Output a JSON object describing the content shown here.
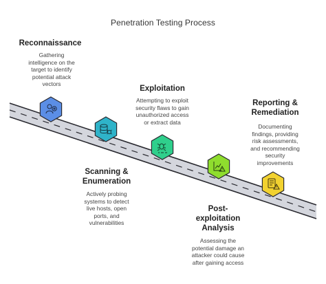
{
  "title": "Penetration Testing Process",
  "colors": {
    "road_fill": "#d4d6dd",
    "road_edge": "#2a2a30",
    "lane_dash": "#2a2a30"
  },
  "steps": [
    {
      "heading_lines": [
        "Reconnaissance"
      ],
      "description_lines": [
        "Gathering",
        "intelligence on the",
        "target to identify",
        "potential attack",
        "vectors"
      ],
      "icon": "person-target-icon",
      "color": "#5b8ee6"
    },
    {
      "heading_lines": [
        "Scanning &",
        "Enumeration"
      ],
      "description_lines": [
        "Actively probing",
        "systems to detect",
        "live hosts, open",
        "ports, and",
        "vulnerabilities"
      ],
      "icon": "database-bug-icon",
      "color": "#2fb3c9"
    },
    {
      "heading_lines": [
        "Exploitation"
      ],
      "description_lines": [
        "Attempting to exploit",
        "security flaws to gain",
        "unauthorized access",
        "or extract data"
      ],
      "icon": "bug-code-icon",
      "color": "#2fcf8c"
    },
    {
      "heading_lines": [
        "Post-",
        "exploitation",
        "Analysis"
      ],
      "description_lines": [
        "Assessing the",
        "potential damage an",
        "attacker could cause",
        "after gaining access"
      ],
      "icon": "chart-warning-icon",
      "color": "#8fdd2e"
    },
    {
      "heading_lines": [
        "Reporting &",
        "Remediation"
      ],
      "description_lines": [
        "Documenting",
        "findings, providing",
        "risk assessments,",
        "and recommending",
        "security",
        "improvements"
      ],
      "icon": "report-warning-icon",
      "color": "#f2d230"
    }
  ]
}
